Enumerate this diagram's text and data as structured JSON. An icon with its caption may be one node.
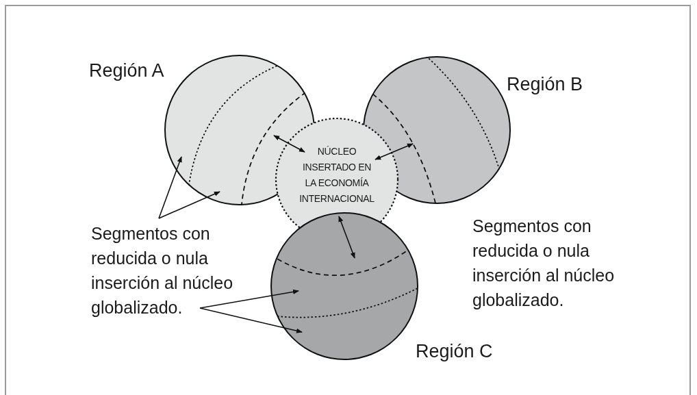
{
  "diagram": {
    "nodes": [
      {
        "text": [
          "Región A"
        ]
      },
      {
        "text": [
          "Región B"
        ]
      },
      {
        "text": [
          "NÚCLEO INSERTADO EN LA ECONOMÍA INTERNACIONAL"
        ]
      },
      {
        "text": [
          "Segmentos con reducida o nula inserción al núcleo globalizado."
        ]
      },
      {
        "text": [
          "Región C"
        ]
      }
    ],
    "edges": [
      {
        "from": 2,
        "to": 0,
        "arrow": "both"
      },
      {
        "from": 2,
        "to": 1,
        "arrow": "both"
      },
      {
        "from": 2,
        "to": 4,
        "arrow": "both"
      },
      {
        "from": 3,
        "to": 0,
        "arrow": "to"
      },
      {
        "from": 3,
        "to": 0,
        "arrow": "to"
      },
      {
        "from": 3,
        "to": 4,
        "arrow": "to"
      },
      {
        "from": 3,
        "to": 4,
        "arrow": "to"
      }
    ],
    "labels": [
      "Segmentos con reducida o nula inserción al núcleo globalizado."
    ]
  }
}
